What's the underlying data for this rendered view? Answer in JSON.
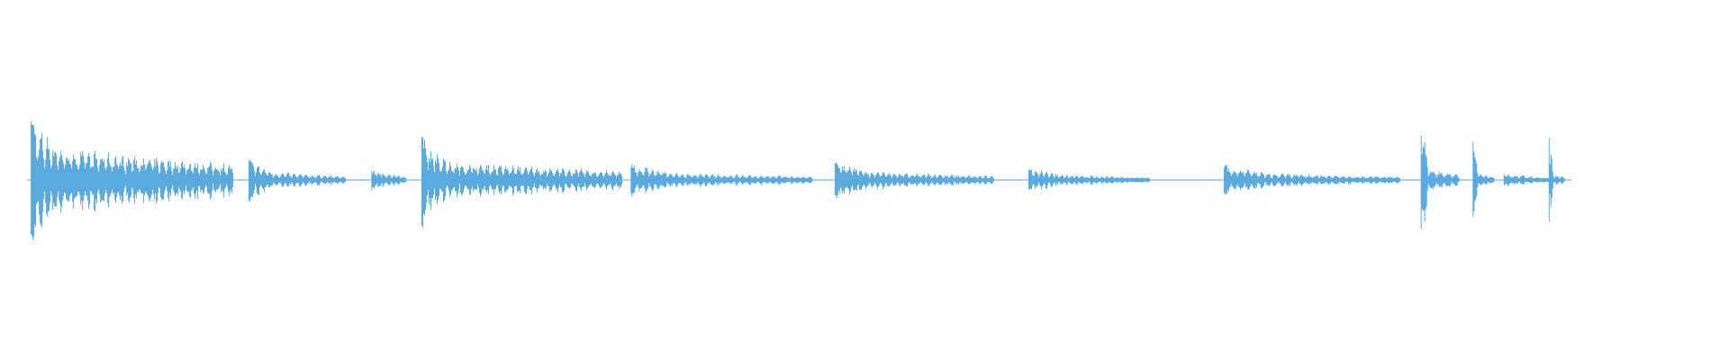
{
  "waveform": {
    "color": "#5aaae0",
    "background": "#ffffff",
    "segments": [
      {
        "start": 0.018,
        "end": 0.135,
        "peak": 0.95,
        "body": 0.55,
        "decay": 0.16,
        "pulses": 30
      },
      {
        "start": 0.144,
        "end": 0.2,
        "peak": 0.32,
        "body": 0.4,
        "decay": 0.26,
        "pulses": 16
      },
      {
        "start": 0.215,
        "end": 0.235,
        "peak": 0.2,
        "body": 0.55,
        "decay": 0.45,
        "pulses": 7
      },
      {
        "start": 0.244,
        "end": 0.36,
        "peak": 0.7,
        "body": 0.42,
        "decay": 0.14,
        "pulses": 32
      },
      {
        "start": 0.365,
        "end": 0.47,
        "peak": 0.26,
        "body": 0.45,
        "decay": 0.25,
        "pulses": 30
      },
      {
        "start": 0.483,
        "end": 0.575,
        "peak": 0.3,
        "body": 0.45,
        "decay": 0.25,
        "pulses": 28
      },
      {
        "start": 0.595,
        "end": 0.665,
        "peak": 0.2,
        "body": 0.45,
        "decay": 0.28,
        "pulses": 24
      },
      {
        "start": 0.708,
        "end": 0.81,
        "peak": 0.25,
        "body": 0.45,
        "decay": 0.25,
        "pulses": 26
      },
      {
        "start": 0.822,
        "end": 0.844,
        "peak": 1.0,
        "body": 0.2,
        "decay": 0.2,
        "pulses": 5
      },
      {
        "start": 0.852,
        "end": 0.864,
        "peak": 0.8,
        "body": 0.15,
        "decay": 0.25,
        "pulses": 4
      },
      {
        "start": 0.87,
        "end": 0.896,
        "peak": 0.12,
        "body": 0.5,
        "decay": 0.6,
        "pulses": 6
      },
      {
        "start": 0.896,
        "end": 0.905,
        "peak": 0.78,
        "body": 0.12,
        "decay": 0.3,
        "pulses": 3
      }
    ]
  }
}
